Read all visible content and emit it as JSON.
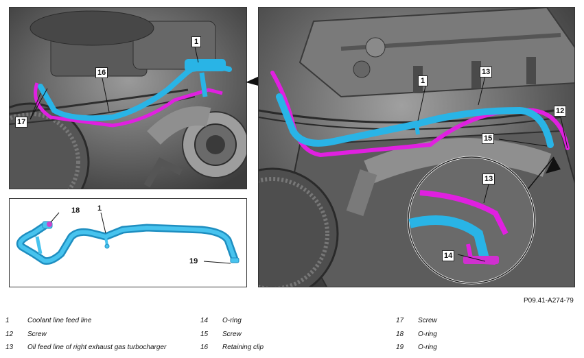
{
  "callouts": {
    "c1_top_left": "1",
    "c16": "16",
    "c17": "17",
    "c18": "18",
    "c1_detail": "1",
    "c19": "19",
    "c1_right": "1",
    "c13_right": "13",
    "c12": "12",
    "c15": "15",
    "c13_zoom": "13",
    "c14": "14"
  },
  "reference_code": "P09.41-A274-79",
  "legend": [
    {
      "num": "1",
      "text": "Coolant line feed line"
    },
    {
      "num": "12",
      "text": "Screw"
    },
    {
      "num": "13",
      "text": "Oil feed line of right exhaust gas turbocharger"
    },
    {
      "num": "14",
      "text": "O-ring"
    },
    {
      "num": "15",
      "text": "Screw"
    },
    {
      "num": "16",
      "text": "Retaining clip"
    },
    {
      "num": "17",
      "text": "Screw"
    },
    {
      "num": "18",
      "text": "O-ring"
    },
    {
      "num": "19",
      "text": "O-ring"
    }
  ],
  "colors": {
    "coolant_line": "#29b4e6",
    "oil_line": "#e020e0",
    "engine_dark": "#4a4a4a",
    "engine_light": "#8a8a8a"
  }
}
